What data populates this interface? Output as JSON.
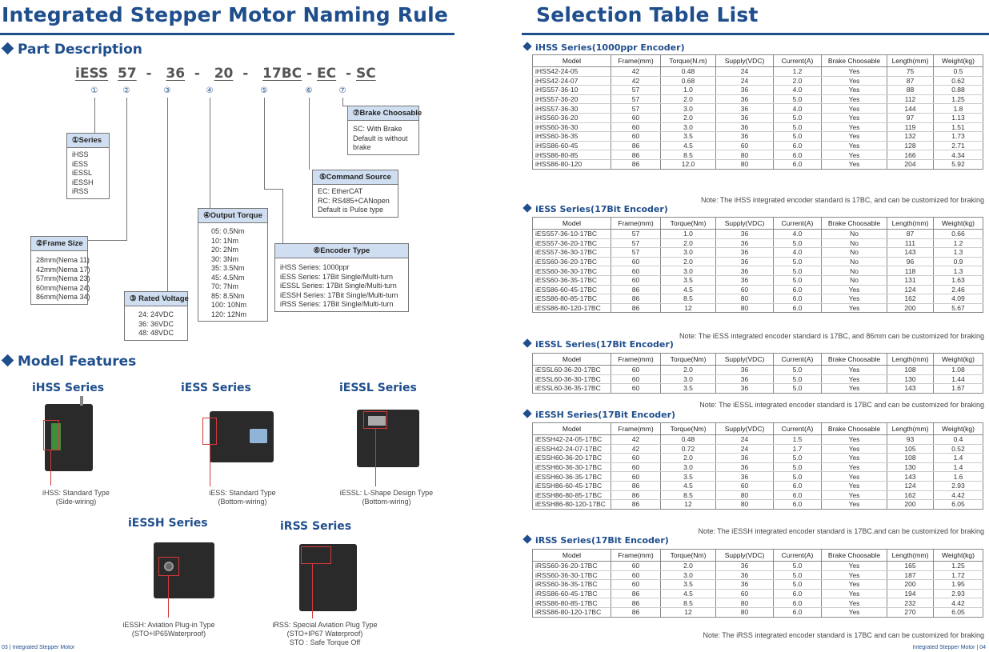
{
  "left": {
    "title": "Integrated Stepper Motor Naming Rule",
    "part_heading": "Part Description",
    "code": {
      "p1": "iESS",
      "p2": "57",
      "sep": "-",
      "p3": "36",
      "p4": "20",
      "p5": "17BC",
      "p6": "EC",
      "p7": "SC"
    },
    "nums": {
      "n1": "①",
      "n2": "②",
      "n3": "③",
      "n4": "④",
      "n5": "⑤",
      "n6": "⑥",
      "n7": "⑦"
    },
    "boxes": {
      "series": {
        "title": "①Series",
        "items": [
          "iHSS",
          "iESS",
          "iESSL",
          "iESSH",
          "iRSS"
        ]
      },
      "frame": {
        "title": "②Frame Size",
        "items": [
          "28mm(Nema 11)",
          "42mm(Nema 17)",
          "57mm(Nema 23)",
          "60mm(Nema 24)",
          "86mm(Nema 34)"
        ]
      },
      "voltage": {
        "title": "③ Rated Voltage",
        "items": [
          "24: 24VDC",
          "36: 36VDC",
          "48: 48VDC"
        ]
      },
      "torque": {
        "title": "④Output Torque",
        "items": [
          "05: 0.5Nm",
          "10: 1Nm",
          "20: 2Nm",
          "30: 3Nm",
          "35: 3.5Nm",
          "45: 4.5Nm",
          "70: 7Nm",
          "85: 8.5Nm",
          "100: 10Nm",
          "120:  12Nm"
        ]
      },
      "command": {
        "title": "⑤Command Source",
        "items": [
          "EC: EtherCAT",
          "RC: RS485+CANopen",
          "Default is Pulse type"
        ]
      },
      "encoder": {
        "title": "⑥Encoder Type",
        "items": [
          "iHSS Series: 1000ppr",
          "iESS Series: 17Bit Single/Multi-turn",
          "iESSL Series: 17Bit Single/Multi-turn",
          "iESSH Series: 17Bit Single/Multi-turn",
          "iRSS Series: 17Bit Single/Multi-turn"
        ]
      },
      "brake": {
        "title": "⑦Brake Choosable",
        "items": [
          "SC: With Brake",
          "Default is without",
          "brake"
        ]
      }
    },
    "features_heading": "Model Features",
    "features": [
      {
        "name": "iHSS Series",
        "caption": [
          "iHSS: Standard Type",
          "(Side-wiring)"
        ]
      },
      {
        "name": "iESS Series",
        "caption": [
          "iESS: Standard Type",
          "(Bottom-wiring)"
        ]
      },
      {
        "name": "iESSL Series",
        "caption": [
          "iESSL: L-Shape Design Type",
          "(Bottom-wiring)"
        ]
      },
      {
        "name": "iESSH Series",
        "caption": [
          "iESSH: Aviation Plug-in Type",
          "(STO+IP65Waterproof)"
        ]
      },
      {
        "name": "iRSS Series",
        "caption": [
          "iRSS: Special Aviation Plug Type",
          "(STO+IP67 Waterproof)",
          "STO : Safe Torque Off"
        ]
      }
    ],
    "footer": "03 | Integrated Stepper Motor"
  },
  "right": {
    "title": "Selection Table List",
    "columns": [
      "Model",
      "Frame(mm)",
      "Torque(N.m)",
      "Supply(VDC)",
      "Current(A)",
      "Brake Choosable",
      "Length(mm)",
      "Weight(kg)"
    ],
    "columns_nm": [
      "Model",
      "Frame(mm)",
      "Torque(Nm)",
      "Supply(VDC)",
      "Current(A)",
      "Brake Choosable",
      "Length(mm)",
      "Weight(kg)"
    ],
    "tables": [
      {
        "heading": "iHSS Series(1000ppr Encoder)",
        "note": "Note: The iHSS integrated encoder standard is 17BC, and can be customized for braking",
        "rows": [
          [
            "iHSS42-24-05",
            "42",
            "0.48",
            "24",
            "1.2",
            "Yes",
            "75",
            "0.5"
          ],
          [
            "iHSS42-24-07",
            "42",
            "0.68",
            "24",
            "2.0",
            "Yes",
            "87",
            "0.62"
          ],
          [
            "iHSS57-36-10",
            "57",
            "1.0",
            "36",
            "4.0",
            "Yes",
            "88",
            "0.88"
          ],
          [
            "iHSS57-36-20",
            "57",
            "2.0",
            "36",
            "5.0",
            "Yes",
            "112",
            "1.25"
          ],
          [
            "iHSS57-36-30",
            "57",
            "3.0",
            "36",
            "4.0",
            "Yes",
            "144",
            "1.8"
          ],
          [
            "iHSS60-36-20",
            "60",
            "2.0",
            "36",
            "5.0",
            "Yes",
            "97",
            "1.13"
          ],
          [
            "iHSS60-36-30",
            "60",
            "3.0",
            "36",
            "5.0",
            "Yes",
            "119",
            "1.51"
          ],
          [
            "iHSS60-36-35",
            "60",
            "3.5",
            "36",
            "5.0",
            "Yes",
            "132",
            "1.73"
          ],
          [
            "iHSS86-60-45",
            "86",
            "4.5",
            "60",
            "6.0",
            "Yes",
            "128",
            "2.71"
          ],
          [
            "iHSS86-80-85",
            "86",
            "8.5",
            "80",
            "6.0",
            "Yes",
            "166",
            "4.34"
          ],
          [
            "iHSS86-80-120",
            "86",
            "12.0",
            "80",
            "6.0",
            "Yes",
            "204",
            "5.92"
          ]
        ]
      },
      {
        "heading": "iESS Series(17Bit Encoder)",
        "note": "Note: The iESS integrated encoder standard is 17BC, and 86mm can be customized for braking",
        "rows": [
          [
            "iESS57-36-10-17BC",
            "57",
            "1.0",
            "36",
            "4.0",
            "No",
            "87",
            "0.66"
          ],
          [
            "iESS57-36-20-17BC",
            "57",
            "2.0",
            "36",
            "5.0",
            "No",
            "111",
            "1.2"
          ],
          [
            "iESS57-36-30-17BC",
            "57",
            "3.0",
            "36",
            "4.0",
            "No",
            "143",
            "1.3"
          ],
          [
            "iESS60-36-20-17BC",
            "60",
            "2.0",
            "36",
            "5.0",
            "No",
            "96",
            "0.9"
          ],
          [
            "iESS60-36-30-17BC",
            "60",
            "3.0",
            "36",
            "5.0",
            "No",
            "118",
            "1.3"
          ],
          [
            "iESS60-36-35-17BC",
            "60",
            "3.5",
            "36",
            "5.0",
            "No",
            "131",
            "1.63"
          ],
          [
            "iESS86-60-45-17BC",
            "86",
            "4.5",
            "60",
            "6.0",
            "Yes",
            "124",
            "2.46"
          ],
          [
            "iESS86-80-85-17BC",
            "86",
            "8.5",
            "80",
            "6.0",
            "Yes",
            "162",
            "4.09"
          ],
          [
            "iESS86-80-120-17BC",
            "86",
            "12",
            "80",
            "6.0",
            "Yes",
            "200",
            "5.67"
          ]
        ]
      },
      {
        "heading": "iESSL Series(17Bit Encoder)",
        "note": "Note: The iESSL integrated encoder standard is 17BC and can be customized for braking",
        "rows": [
          [
            "iESSL60-36-20-17BC",
            "60",
            "2.0",
            "36",
            "5.0",
            "Yes",
            "108",
            "1.08"
          ],
          [
            "iESSL60-36-30-17BC",
            "60",
            "3.0",
            "36",
            "5.0",
            "Yes",
            "130",
            "1.44"
          ],
          [
            "iESSL60-36-35-17BC",
            "60",
            "3.5",
            "36",
            "5.0",
            "Yes",
            "143",
            "1.67"
          ]
        ]
      },
      {
        "heading": "iESSH Series(17Bit Encoder)",
        "note": "Note: The iESSH integrated encoder standard is 17BC.and  can be customized for braking",
        "rows": [
          [
            "iESSH42-24-05-17BC",
            "42",
            "0.48",
            "24",
            "1.5",
            "Yes",
            "93",
            "0.4"
          ],
          [
            "iESSH42-24-07-17BC",
            "42",
            "0.72",
            "24",
            "1.7",
            "Yes",
            "105",
            "0.52"
          ],
          [
            "iESSH60-36-20-17BC",
            "60",
            "2.0",
            "36",
            "5.0",
            "Yes",
            "108",
            "1.4"
          ],
          [
            "iESSH60-36-30-17BC",
            "60",
            "3.0",
            "36",
            "5.0",
            "Yes",
            "130",
            "1.4"
          ],
          [
            "iESSH60-36-35-17BC",
            "60",
            "3.5",
            "36",
            "5.0",
            "Yes",
            "143",
            "1.6"
          ],
          [
            "iESSH86-60-45-17BC",
            "86",
            "4.5",
            "60",
            "6.0",
            "Yes",
            "124",
            "2.93"
          ],
          [
            "iESSH86-80-85-17BC",
            "86",
            "8.5",
            "80",
            "6.0",
            "Yes",
            "162",
            "4.42"
          ],
          [
            "iESSH86-80-120-17BC",
            "86",
            "12",
            "80",
            "6.0",
            "Yes",
            "200",
            "6.05"
          ]
        ]
      },
      {
        "heading": "iRSS Series(17Bit Encoder)",
        "note": "Note: The iRSS integrated encoder standard is 17BC and can be customized for braking",
        "rows": [
          [
            "iRSS60-36-20-17BC",
            "60",
            "2.0",
            "36",
            "5.0",
            "Yes",
            "165",
            "1.25"
          ],
          [
            "iRSS60-36-30-17BC",
            "60",
            "3.0",
            "36",
            "5.0",
            "Yes",
            "187",
            "1.72"
          ],
          [
            "iRSS60-36-35-17BC",
            "60",
            "3.5",
            "36",
            "5.0",
            "Yes",
            "200",
            "1.95"
          ],
          [
            "iRSS86-60-45-17BC",
            "86",
            "4.5",
            "60",
            "6.0",
            "Yes",
            "194",
            "2.93"
          ],
          [
            "iRSS86-80-85-17BC",
            "86",
            "8.5",
            "80",
            "6.0",
            "Yes",
            "232",
            "4.42"
          ],
          [
            "iRSS86-80-120-17BC",
            "86",
            "12",
            "80",
            "6.0",
            "Yes",
            "270",
            "6.05"
          ]
        ]
      }
    ],
    "footer": "Integrated Stepper Motor | 04"
  }
}
